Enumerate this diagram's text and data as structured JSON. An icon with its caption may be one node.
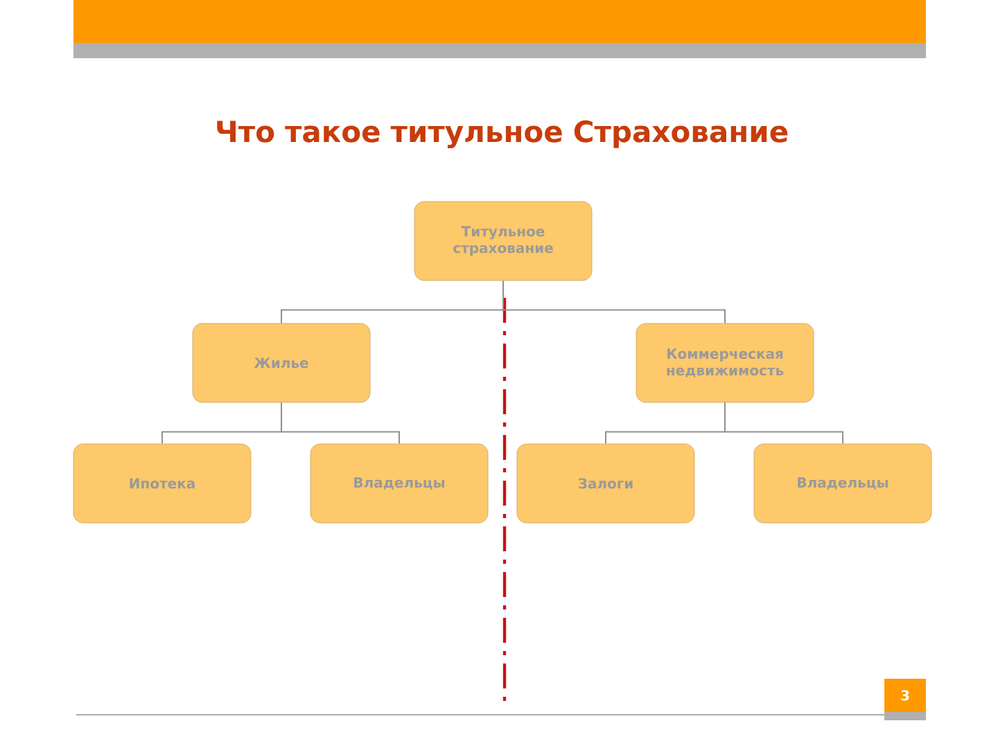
{
  "diagram": {
    "title": "Что такое титульное Страхование",
    "nodes": [
      {
        "text": [
          "Титульное страхование"
        ]
      },
      {
        "text": [
          "Жилье"
        ]
      },
      {
        "text": [
          "Коммерческая недвижимость"
        ]
      },
      {
        "text": [
          "Ипотека"
        ]
      },
      {
        "text": [
          "Владельцы"
        ]
      },
      {
        "text": [
          "Залоги"
        ]
      },
      {
        "text": [
          "Владельцы"
        ]
      }
    ],
    "edges": [
      {
        "from": 0,
        "to": 1,
        "arrow": "none"
      },
      {
        "from": 0,
        "to": 2,
        "arrow": "none"
      },
      {
        "from": 1,
        "to": 3,
        "arrow": "none"
      },
      {
        "from": 1,
        "to": 4,
        "arrow": "none"
      },
      {
        "from": 2,
        "to": 5,
        "arrow": "none"
      },
      {
        "from": 2,
        "to": 6,
        "arrow": "none"
      }
    ],
    "labels": [
      "3"
    ]
  }
}
